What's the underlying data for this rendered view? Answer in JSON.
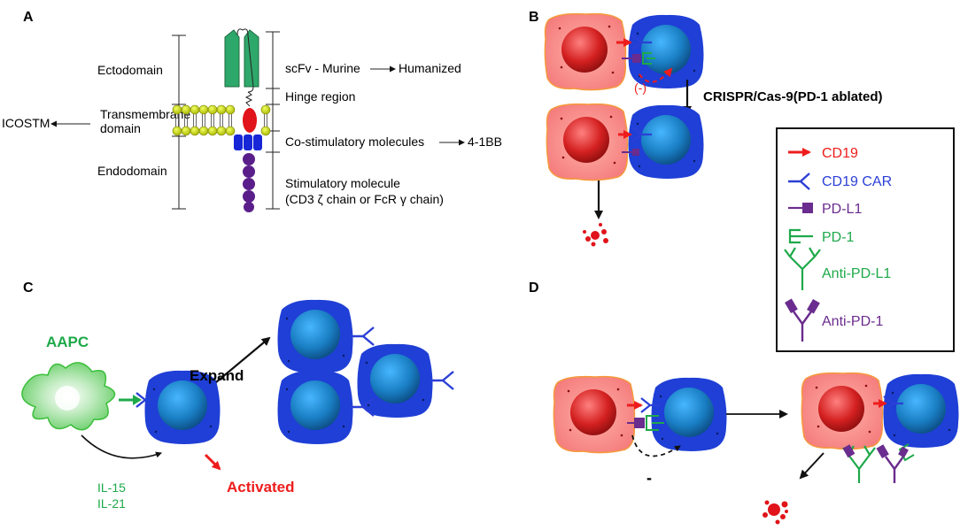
{
  "panels": {
    "a": {
      "label": "A",
      "ectodomain": "Ectodomain",
      "transmembrane_line1": "Transmembrane",
      "transmembrane_line2": "domain",
      "endodomain": "Endodomain",
      "icostm": "ICOSTM",
      "scfv": "scFv - Murine",
      "humanized": "Humanized",
      "hinge": "Hinge region",
      "costim": "Co-stimulatory molecules",
      "costim_target": "4-1BB",
      "stim_line1": "Stimulatory molecule",
      "stim_line2": "(CD3 ζ chain or FcR γ chain)"
    },
    "b": {
      "label": "B",
      "crispr": "CRISPR/Cas-9(PD-1 ablated)",
      "inhibit": "(-)"
    },
    "c": {
      "label": "C",
      "aapc": "AAPC",
      "expand": "Expand",
      "activated": "Activated",
      "il15": "IL-15",
      "il21": "IL-21"
    },
    "d": {
      "label": "D",
      "inhibit": "-"
    }
  },
  "legend": {
    "items": [
      {
        "label": "CD19",
        "color": "#ee1c1c",
        "icon": "red-arrow-icon"
      },
      {
        "label": "CD19 CAR",
        "color": "#2b3fd6",
        "icon": "y-receptor-icon"
      },
      {
        "label": "PD-L1",
        "color": "#6a2c8e",
        "icon": "pdl1-block-icon"
      },
      {
        "label": "PD-1",
        "color": "#1ea94a",
        "icon": "pd1-cup-icon"
      },
      {
        "label": "Anti-PD-L1",
        "color": "#1ea94a",
        "icon": "antibody-icon"
      },
      {
        "label": "Anti-PD-1",
        "color": "#6a2c8e",
        "icon": "antibody-icon"
      }
    ]
  },
  "colors": {
    "tumor": "#f47c7c",
    "tumor_nucleus": "#d42020",
    "tcell": "#1f3fd6",
    "tcell_nucleus": "#1a7fc4",
    "green": "#1ea94a",
    "purple": "#6a2c8e",
    "red": "#ee1c1c",
    "blue": "#2b3fd6"
  }
}
